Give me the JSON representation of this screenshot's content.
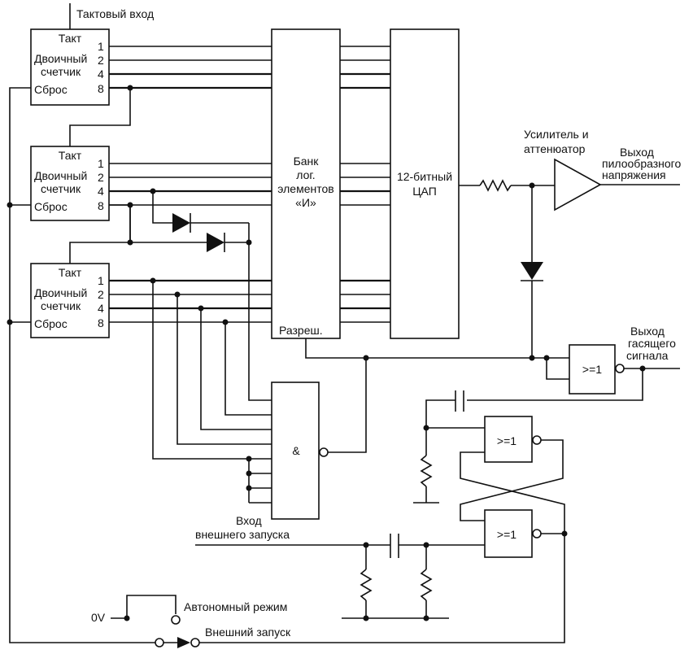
{
  "labels": {
    "clock_input": "Тактовый вход",
    "counter1": {
      "clk": "Такт",
      "name1": "Двоичный",
      "name2": "счетчик",
      "reset": "Сброс",
      "q1": "1",
      "q2": "2",
      "q4": "4",
      "q8": "8"
    },
    "counter2": {
      "clk": "Такт",
      "name1": "Двоичный",
      "name2": "счетчик",
      "reset": "Сброс",
      "q1": "1",
      "q2": "2",
      "q4": "4",
      "q8": "8"
    },
    "counter3": {
      "clk": "Такт",
      "name1": "Двоичный",
      "name2": "счетчик",
      "reset": "Сброс",
      "q1": "1",
      "q2": "2",
      "q4": "4",
      "q8": "8"
    },
    "and_bank": {
      "l1": "Банк",
      "l2": "лог.",
      "l3": "элементов",
      "l4": "«И»",
      "enable": "Разреш."
    },
    "dac": {
      "l1": "12-битный",
      "l2": "ЦАП"
    },
    "amp": {
      "l1": "Усилитель и",
      "l2": "аттенюатор"
    },
    "ramp_out": {
      "l1": "Выход",
      "l2": "пилообразного",
      "l3": "напряжения"
    },
    "blank_out": {
      "l1": "Выход",
      "l2": "гасящего",
      "l3": "сигнала"
    },
    "or_gate": ">=1",
    "nand_gate": "&",
    "ff_or1": ">=1",
    "ff_or2": ">=1",
    "ext_trigger_in": {
      "l1": "Вход",
      "l2": "внешнего запуска"
    },
    "zero_v": "0V",
    "auto_mode": "Автономный режим",
    "ext_trigger": "Внешний запуск"
  }
}
